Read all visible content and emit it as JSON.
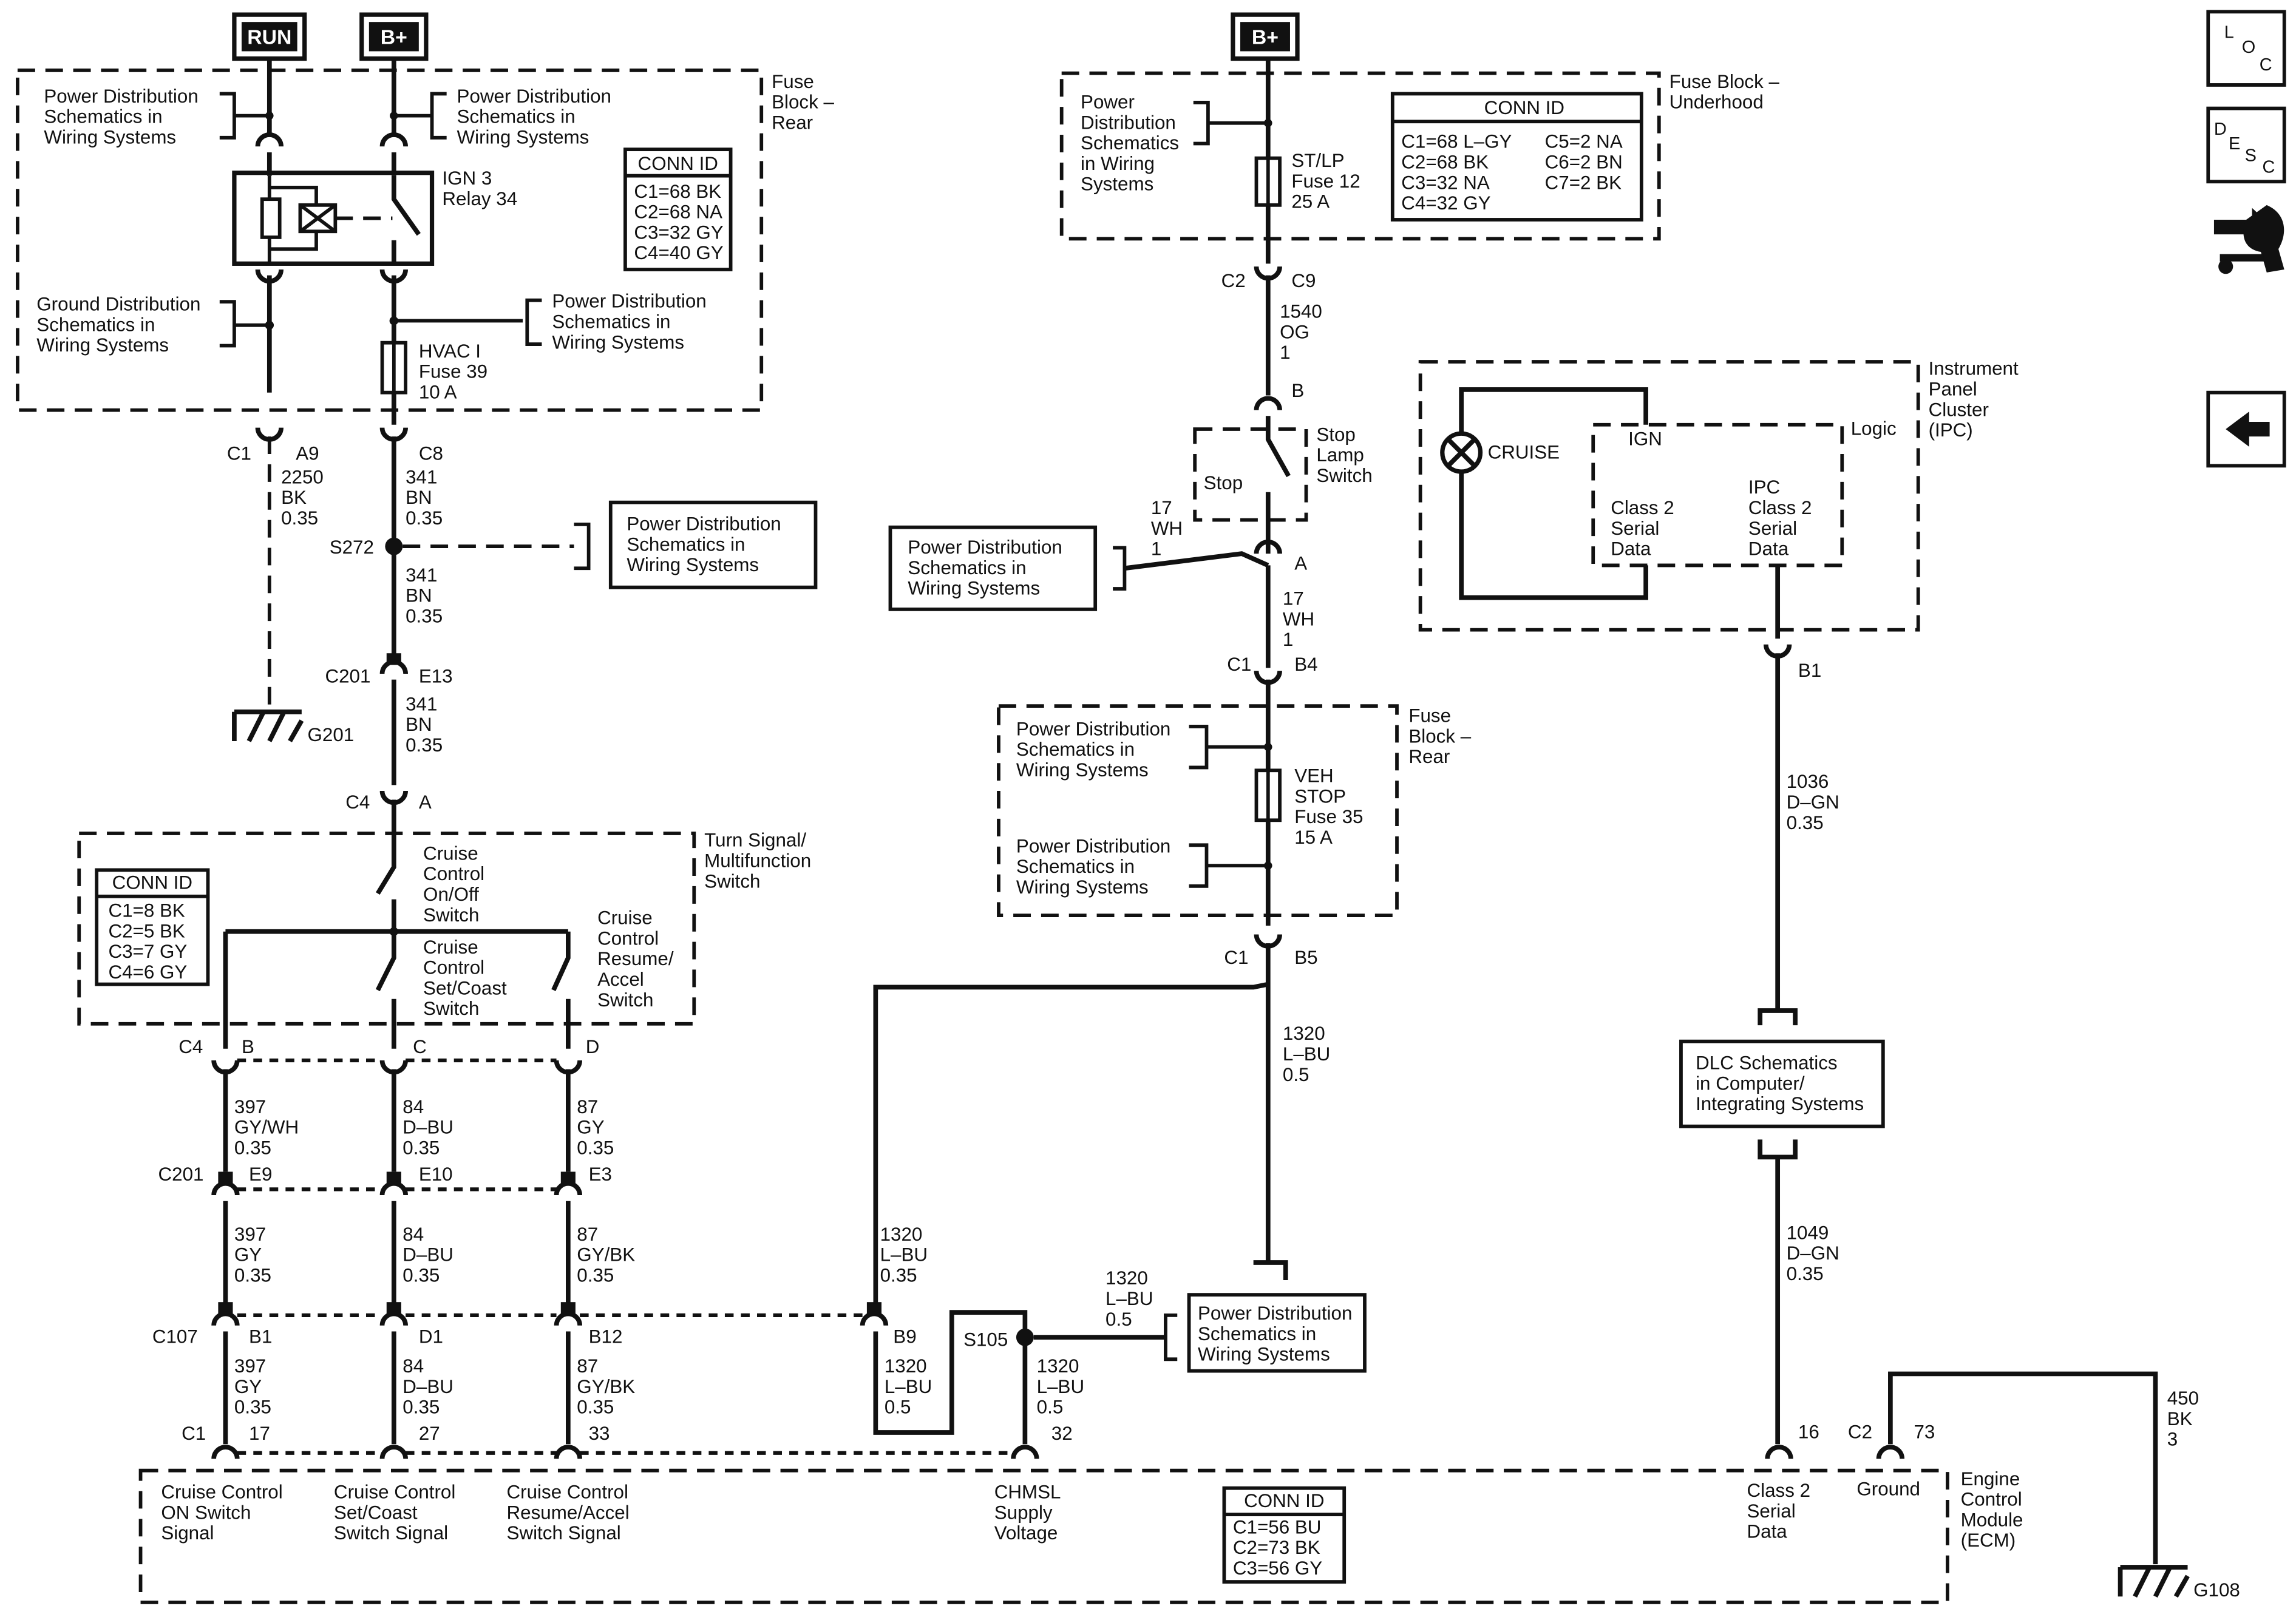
{
  "supply": {
    "run": "RUN",
    "bplus": "B+",
    "bplus2": "B+"
  },
  "common": {
    "power_dist": [
      "Power Distribution",
      "Schematics in",
      "Wiring Systems"
    ],
    "ground_dist": [
      "Ground Distribution",
      "Schematics in",
      "Wiring Systems"
    ],
    "pd_compact": [
      "Power",
      "Distribution",
      "Schematics",
      "in Wiring",
      "Systems"
    ]
  },
  "fuse_block_rear": {
    "label": [
      "Fuse",
      "Block –",
      "Rear"
    ],
    "relay": [
      "IGN 3",
      "Relay 34"
    ],
    "fuse": [
      "HVAC I",
      "Fuse 39",
      "10 A"
    ],
    "conn": {
      "title": "CONN ID",
      "rows": [
        "C1=68 BK",
        "C2=68 NA",
        "C3=32 GY",
        "C4=40 GY"
      ]
    }
  },
  "fuse_block_underhood": {
    "label": [
      "Fuse Block –",
      "Underhood"
    ],
    "fuse": [
      "ST/LP",
      "Fuse 12",
      "25 A"
    ],
    "conn": {
      "title": "CONN ID",
      "col1": [
        "C1=68 L–GY",
        "C2=68 BK",
        "C3=32 NA",
        "C4=32 GY"
      ],
      "col2": [
        "C5=2 NA",
        "C6=2 BN",
        "C7=2 BK"
      ]
    }
  },
  "fuse_block_rear2": {
    "label": [
      "Fuse",
      "Block –",
      "Rear"
    ],
    "fuse": [
      "VEH",
      "STOP",
      "Fuse 35",
      "15 A"
    ]
  },
  "connectors": {
    "c1_a9": [
      "C1",
      "A9"
    ],
    "c8": "C8",
    "c2_c9": [
      "C2",
      "C9"
    ],
    "c201_e13": [
      "C201",
      "E13"
    ],
    "c4_a": [
      "C4",
      "A"
    ],
    "b": "B",
    "a": "A",
    "c1_b4": [
      "C1",
      "B4"
    ],
    "c1_b5": [
      "C1",
      "B5"
    ],
    "c4_row": [
      "C4",
      "B",
      "C",
      "D"
    ],
    "c201_row": [
      "C201",
      "E9",
      "E10",
      "E3"
    ],
    "c107_row": [
      "C107",
      "B1",
      "D1",
      "B12",
      "B9"
    ],
    "c1_row": [
      "C1",
      "17",
      "27",
      "33",
      "32"
    ],
    "b1": "B1",
    "ecm16": "16",
    "c2_73": [
      "C2",
      "73"
    ]
  },
  "splices": {
    "s272": "S272",
    "s105": "S105"
  },
  "grounds": {
    "g201": "G201",
    "g108": "G108"
  },
  "wires": {
    "w2250": [
      "2250",
      "BK",
      "0.35"
    ],
    "w341a": [
      "341",
      "BN",
      "0.35"
    ],
    "w341b": [
      "341",
      "BN",
      "0.35"
    ],
    "w341c": [
      "341",
      "BN",
      "0.35"
    ],
    "w1540": [
      "1540",
      "OG",
      "1"
    ],
    "w17a": [
      "17",
      "WH",
      "1"
    ],
    "w17b": [
      "17",
      "WH",
      "1"
    ],
    "w1320a": [
      "1320",
      "L–BU",
      "0.5"
    ],
    "w1320b": [
      "1320",
      "L–BU",
      "0.35"
    ],
    "w1320c": [
      "1320",
      "L–BU",
      "0.5"
    ],
    "w1320d": [
      "1320",
      "L–BU",
      "0.5"
    ],
    "w1320e": [
      "1320",
      "L–BU",
      "0.5"
    ],
    "w397a": [
      "397",
      "GY/WH",
      "0.35"
    ],
    "w84a": [
      "84",
      "D–BU",
      "0.35"
    ],
    "w87a": [
      "87",
      "GY",
      "0.35"
    ],
    "w397b": [
      "397",
      "GY",
      "0.35"
    ],
    "w84b": [
      "84",
      "D–BU",
      "0.35"
    ],
    "w87b": [
      "87",
      "GY/BK",
      "0.35"
    ],
    "w397c": [
      "397",
      "GY",
      "0.35"
    ],
    "w84c": [
      "84",
      "D–BU",
      "0.35"
    ],
    "w87c": [
      "87",
      "GY/BK",
      "0.35"
    ],
    "w1036": [
      "1036",
      "D–GN",
      "0.35"
    ],
    "w1049": [
      "1049",
      "D–GN",
      "0.35"
    ],
    "w450": [
      "450",
      "BK",
      "3"
    ]
  },
  "stop_switch": {
    "label": [
      "Stop",
      "Lamp",
      "Switch"
    ],
    "stop": "Stop"
  },
  "turn_switch": {
    "label": [
      "Turn Signal/",
      "Multifunction",
      "Switch"
    ],
    "onoff": [
      "Cruise",
      "Control",
      "On/Off",
      "Switch"
    ],
    "setcoast": [
      "Cruise",
      "Control",
      "Set/Coast",
      "Switch"
    ],
    "resume": [
      "Cruise",
      "Control",
      "Resume/",
      "Accel",
      "Switch"
    ],
    "conn": {
      "title": "CONN ID",
      "rows": [
        "C1=8 BK",
        "C2=5 BK",
        "C3=7 GY",
        "C4=6 GY"
      ]
    }
  },
  "ipc": {
    "label": [
      "Instrument",
      "Panel",
      "Cluster",
      "(IPC)"
    ],
    "cruise": "CRUISE",
    "ign": "IGN",
    "logic": "Logic",
    "class2": [
      "Class 2",
      "Serial",
      "Data"
    ],
    "ipc_class2": [
      "IPC",
      "Class 2",
      "Serial",
      "Data"
    ]
  },
  "dlc": [
    "DLC Schematics",
    "in Computer/",
    "Integrating Systems"
  ],
  "ecm": {
    "label": [
      "Engine",
      "Control",
      "Module",
      "(ECM)"
    ],
    "pins": {
      "onsw": [
        "Cruise Control",
        "ON Switch",
        "Signal"
      ],
      "setcoast": [
        "Cruise Control",
        "Set/Coast",
        "Switch Signal"
      ],
      "resume": [
        "Cruise Control",
        "Resume/Accel",
        "Switch Signal"
      ],
      "chmsl": [
        "CHMSL",
        "Supply",
        "Voltage"
      ],
      "class2": [
        "Class 2",
        "Serial",
        "Data"
      ],
      "ground": "Ground"
    },
    "conn": {
      "title": "CONN ID",
      "rows": [
        "C1=56 BU",
        "C2=73 BK",
        "C3=56 GY"
      ]
    }
  },
  "side_icons": [
    "loc-icon",
    "desc-icon",
    "wiring-tool-icon",
    "back-arrow-icon"
  ]
}
